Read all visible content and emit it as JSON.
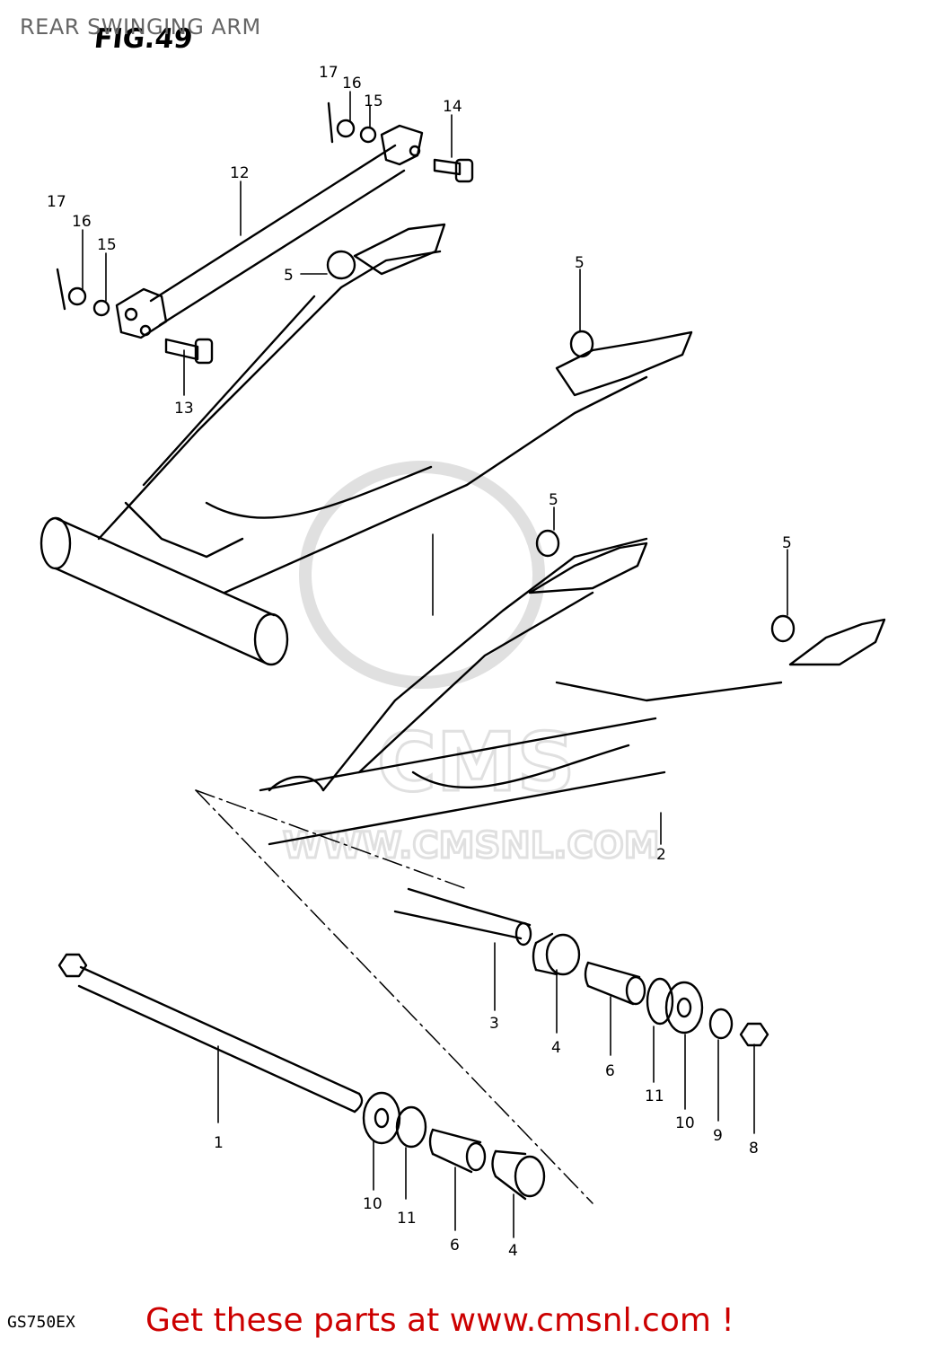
{
  "header": {
    "title": "REAR SWINGING ARM",
    "figure_label": "FIG.49"
  },
  "footer": {
    "model_code": "GS750EX",
    "cta_text": "Get these parts at www.cmsnl.com !",
    "cta_color": "#cc0000"
  },
  "watermark": {
    "logo_text": "CMS",
    "url_text": "WWW.CMSNL.COM"
  },
  "callouts": [
    {
      "id": "17a",
      "text": "17"
    },
    {
      "id": "16a",
      "text": "16"
    },
    {
      "id": "15a",
      "text": "15"
    },
    {
      "id": "14",
      "text": "14"
    },
    {
      "id": "12",
      "text": "12"
    },
    {
      "id": "17b",
      "text": "17"
    },
    {
      "id": "16b",
      "text": "16"
    },
    {
      "id": "15b",
      "text": "15"
    },
    {
      "id": "5a",
      "text": "5"
    },
    {
      "id": "13",
      "text": "13"
    },
    {
      "id": "5b",
      "text": "5"
    },
    {
      "id": "5c",
      "text": "5"
    },
    {
      "id": "5d",
      "text": "5"
    },
    {
      "id": "2",
      "text": "2"
    },
    {
      "id": "3",
      "text": "3"
    },
    {
      "id": "4a",
      "text": "4"
    },
    {
      "id": "6a",
      "text": "6"
    },
    {
      "id": "11a",
      "text": "11"
    },
    {
      "id": "10a",
      "text": "10"
    },
    {
      "id": "9",
      "text": "9"
    },
    {
      "id": "8",
      "text": "8"
    },
    {
      "id": "1",
      "text": "1"
    },
    {
      "id": "10b",
      "text": "10"
    },
    {
      "id": "11b",
      "text": "11"
    },
    {
      "id": "6b",
      "text": "6"
    },
    {
      "id": "4b",
      "text": "4"
    }
  ]
}
